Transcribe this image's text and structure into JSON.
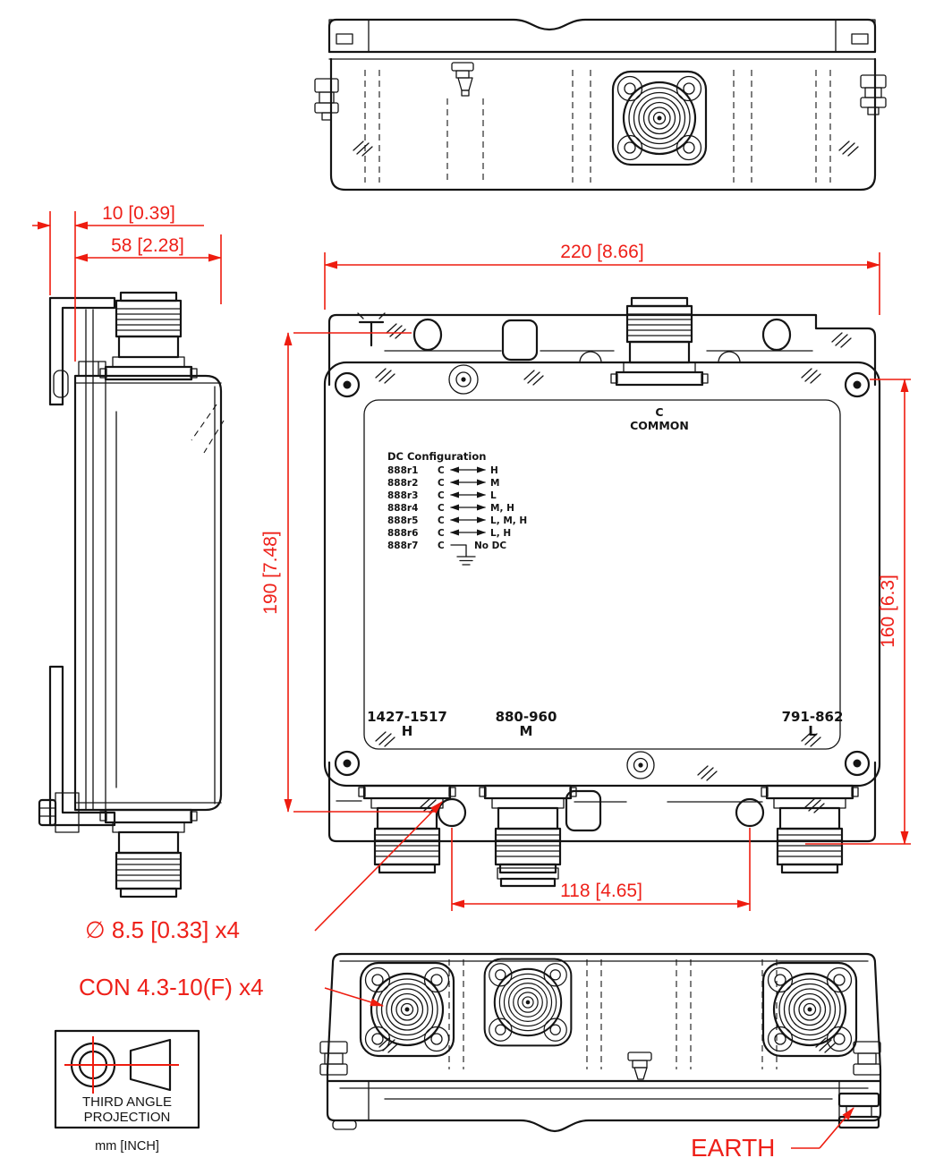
{
  "colors": {
    "dimension_red": "#ee1c0f",
    "line_black": "#141414",
    "background": "#ffffff"
  },
  "dimensions": {
    "bracket_offset": "10 [0.39]",
    "depth": "58 [2.28]",
    "width": "220 [8.66]",
    "mount_height": "190 [7.48]",
    "body_height": "160 [6.3]",
    "hole_spacing": "118 [4.65]",
    "hole_diameter": "∅ 8.5 [0.33] x4",
    "connector_spec": "CON 4.3-10(F) x4",
    "earth_label": "EARTH"
  },
  "front_view": {
    "common_port": {
      "line1": "C",
      "line2": "COMMON"
    },
    "dc_configuration": {
      "title": "DC Configuration",
      "common_label": "C",
      "rows": [
        {
          "model": "888r1",
          "bands": "H"
        },
        {
          "model": "888r2",
          "bands": "M"
        },
        {
          "model": "888r3",
          "bands": "L"
        },
        {
          "model": "888r4",
          "bands": "M, H"
        },
        {
          "model": "888r5",
          "bands": "L, M, H"
        },
        {
          "model": "888r6",
          "bands": "L, H"
        },
        {
          "model": "888r7",
          "bands": "No DC"
        }
      ]
    },
    "ports": [
      {
        "band": "1427-1517",
        "letter": "H"
      },
      {
        "band": "880-960",
        "letter": "M"
      },
      {
        "band": "791-862",
        "letter": "L"
      }
    ]
  },
  "projection_note": {
    "line1": "THIRD ANGLE",
    "line2": "PROJECTION",
    "units": "mm [INCH]"
  }
}
